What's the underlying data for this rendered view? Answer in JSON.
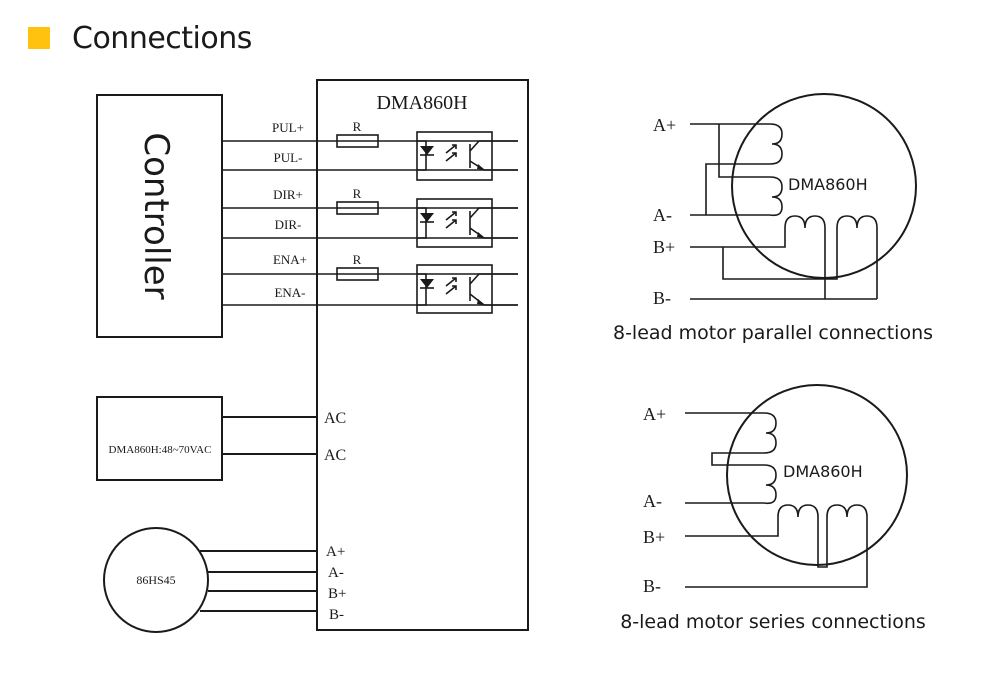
{
  "header": {
    "title": "Connections",
    "accent_color": "#ffc20e"
  },
  "driver": {
    "name": "DMA860H"
  },
  "controller": {
    "label": "Controller"
  },
  "signals": [
    {
      "label": "PUL+"
    },
    {
      "label": "PUL-"
    },
    {
      "label": "DIR+"
    },
    {
      "label": "DIR-"
    },
    {
      "label": "ENA+"
    },
    {
      "label": "ENA-"
    }
  ],
  "resistor_label": "R",
  "power": {
    "label": "DMA860H:48~70VAC",
    "terminals": [
      "AC",
      "AC"
    ]
  },
  "motor": {
    "label": "86HS45",
    "terminals": [
      "A+",
      "A-",
      "B+",
      "B-"
    ]
  },
  "parallel": {
    "motor_label": "DMA860H",
    "leads": [
      "A+",
      "A-",
      "B+",
      "B-"
    ],
    "caption": "8-lead motor parallel connections"
  },
  "series": {
    "motor_label": "DMA860H",
    "leads": [
      "A+",
      "A-",
      "B+",
      "B-"
    ],
    "caption": "8-lead motor series connections"
  }
}
